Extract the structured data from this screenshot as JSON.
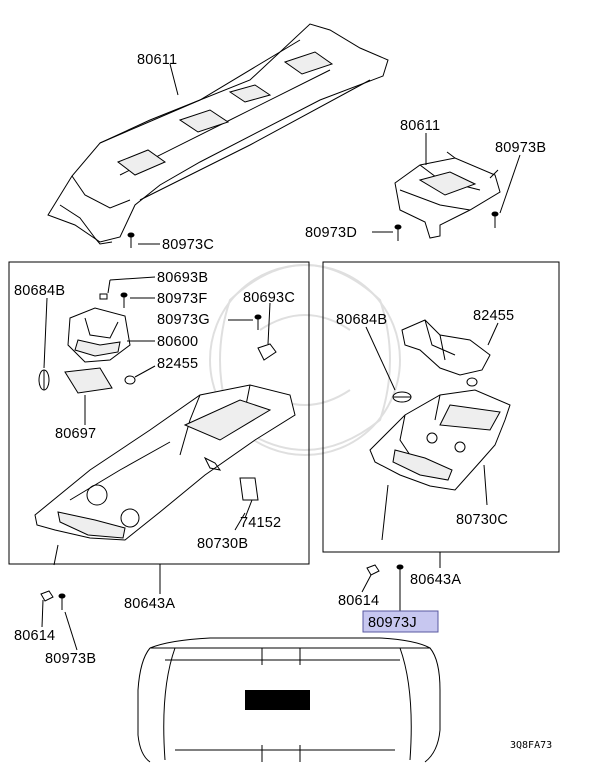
{
  "labels": {
    "p_80611_top": "80611",
    "p_80973C": "80973C",
    "p_80611_right": "80611",
    "p_80973B_top": "80973B",
    "p_80973D": "80973D",
    "p_80684B_left": "80684B",
    "p_80693B": "80693B",
    "p_80973F": "80973F",
    "p_80693C": "80693C",
    "p_80973G": "80973G",
    "p_80600": "80600",
    "p_82455_left": "82455",
    "p_80697": "80697",
    "p_74152": "74152",
    "p_80730B": "80730B",
    "p_80643A_left": "80643A",
    "p_80684B_right": "80684B",
    "p_82455_right": "82455",
    "p_80730C": "80730C",
    "p_80643A_right": "80643A",
    "p_80614_right": "80614",
    "p_80973J": "80973J",
    "p_80614_left": "80614",
    "p_80973B_bottom": "80973B"
  },
  "diagram_code": "3Q8FA73",
  "highlight_color": "#c7c7f0",
  "highlight_border": "#5a5aa0"
}
